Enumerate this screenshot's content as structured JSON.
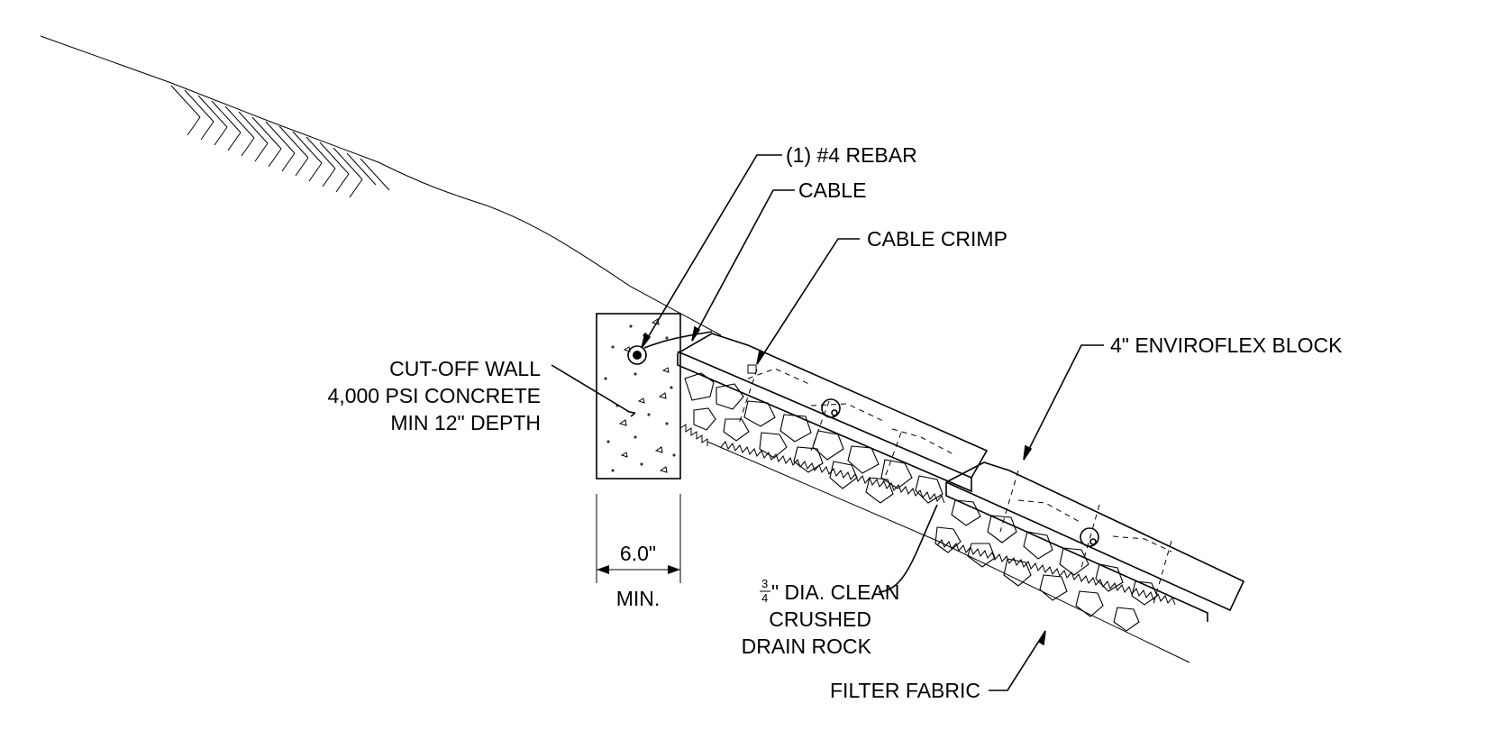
{
  "labels": {
    "rebar": "(1) #4 REBAR",
    "cable": "CABLE",
    "cable_crimp": "CABLE CRIMP",
    "block": "4\" ENVIROFLEX BLOCK",
    "wall_line1": "CUT-OFF WALL",
    "wall_line2": "4,000 PSI CONCRETE",
    "wall_line3": "MIN 12\" DEPTH",
    "dim_value": "6.0\"",
    "dim_min": "MIN.",
    "rock_frac_num": "3",
    "rock_frac_den": "4",
    "rock_line1": "\" DIA. CLEAN",
    "rock_line2": "CRUSHED",
    "rock_line3": "DRAIN ROCK",
    "fabric": "FILTER FABRIC"
  }
}
